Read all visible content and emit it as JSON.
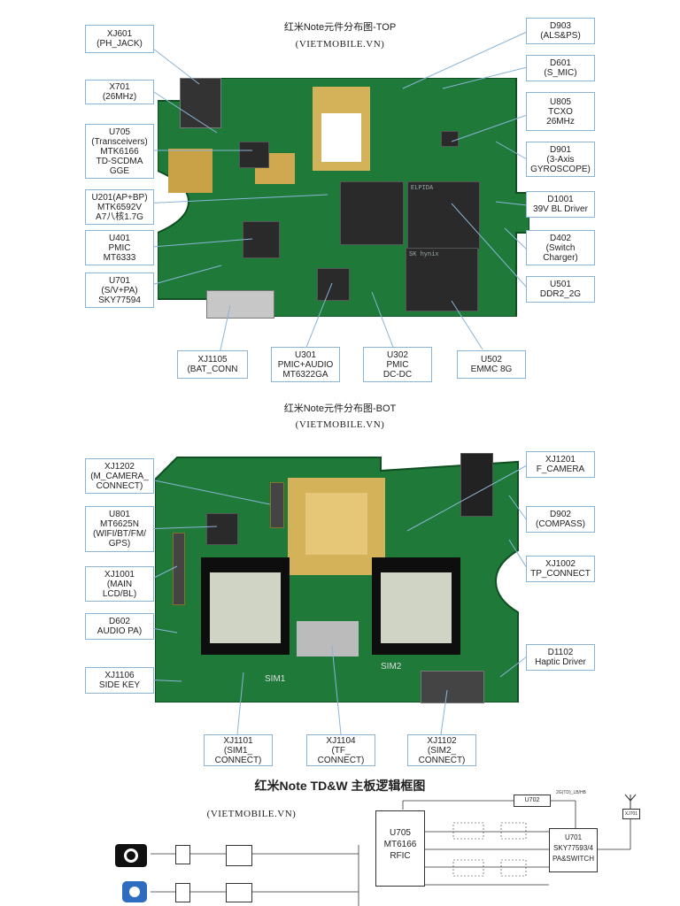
{
  "top": {
    "title": "红米Note元件分布图-TOP",
    "subtitle": "(VIETMOBILE.VN)",
    "labels": {
      "xj601": "XJ601\n(PH_JACK)",
      "x701": "X701\n(26MHz)",
      "u705": "U705\n(Transceivers)\nMTK6166\nTD-SCDMA\nGGE",
      "u201": "U201(AP+BP)\nMTK6592V\nA7八核1.7G",
      "u401": "U401\nPMIC\nMT6333",
      "u701": "U701\n(S/V+PA)\nSKY77594",
      "xj1105": "XJ1105\n(BAT_CONN",
      "u301": "U301\nPMIC+AUDIO\nMT6322GA",
      "u302": "U302\nPMIC\nDC-DC",
      "u502": "U502\nEMMC 8G",
      "d903": "D903\n(ALS&PS)",
      "d601": "D601\n(S_MIC)",
      "u805": "U805\nTCXO\n26MHz",
      "d901": "D901\n(3-Axis\nGYROSCOPE)",
      "d1001": "D1001\n39V BL Driver",
      "d402": "D402\n(Switch\nCharger)",
      "u501": "U501\nDDR2_2G"
    },
    "chip_marks": {
      "ddr": "ELPIDA",
      "emmc": "SK hynix"
    }
  },
  "bot": {
    "title": "红米Note元件分布图-BOT",
    "subtitle": "(VIETMOBILE.VN)",
    "labels": {
      "xj1202": "XJ1202\n(M_CAMERA_\nCONNECT)",
      "u801": "U801\nMT6625N\n(WIFI/BT/FM/\nGPS)",
      "xj1001": "XJ1001\n(MAIN\nLCD/BL)",
      "d602": "D602\nAUDIO PA)",
      "xj1106": "XJ1106\nSIDE KEY",
      "xj1101": "XJ1101\n(SIM1_\nCONNECT)",
      "xj1104": "XJ1104\n(TF_\nCONNECT)",
      "xj1102": "XJ1102\n(SIM2_\nCONNECT)",
      "xj1201": "XJ1201\nF_CAMERA",
      "d902": "D902\n(COMPASS)",
      "xj1002": "XJ1002\nTP_CONNECT",
      "d1102": "D1102\nHaptic Driver"
    },
    "silk": {
      "sim1": "SIM1",
      "sim2": "SIM2"
    }
  },
  "block": {
    "title": "红米Note  TD&W 主板逻辑框图",
    "subtitle": "(VIETMOBILE.VN)",
    "u705": "U705\nMT6166\nRFIC",
    "u701": "U701\nSKY77593/4\nPA&SWITCH",
    "u702": "U702",
    "xj701": "XJ701",
    "band_note": "2G(TD)_LB/HB"
  }
}
